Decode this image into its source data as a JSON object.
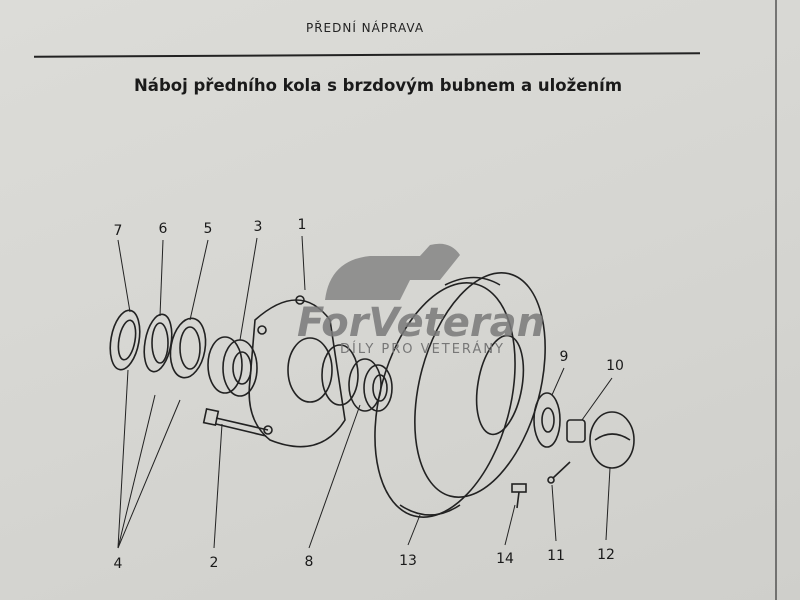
{
  "header": {
    "section": "PŘEDNÍ NÁPRAVA"
  },
  "title": "Náboj předního kola s brzdovým bubnem a uložením",
  "diagram": {
    "labels_top": [
      "7",
      "6",
      "5",
      "3",
      "1"
    ],
    "labels_right": [
      "9",
      "10"
    ],
    "labels_bottom": [
      "4",
      "2",
      "8",
      "13",
      "14",
      "11",
      "12"
    ]
  },
  "watermark": {
    "brand": "ForVeteran",
    "tagline": "DÍLY PRO VETERÁNY"
  }
}
